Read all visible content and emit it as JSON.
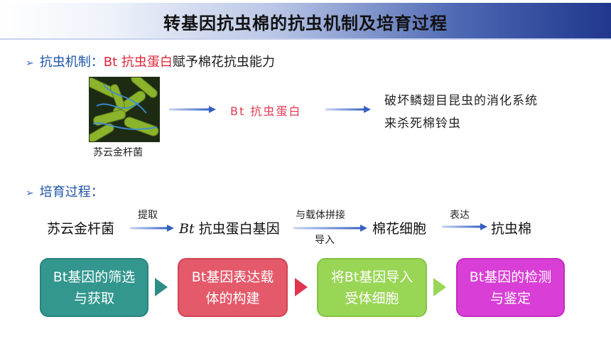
{
  "title": "转基因抗虫棉的抗虫机制及培育过程",
  "mechanism": {
    "label": "抗虫机制：",
    "bt": "Bt 抗虫蛋白",
    "rest": "赋予棉花抗虫能力",
    "image_caption": "苏云金杆菌",
    "bt_protein": "Bt  抗虫蛋白",
    "result": "破坏鳞翅目昆虫的消化系统来杀死棉铃虫"
  },
  "process": {
    "label": "培育过程：",
    "terms": [
      "苏云金杆菌",
      "Bt",
      "抗虫蛋白基因",
      "棉花细胞",
      "抗虫棉"
    ],
    "arrow_labels": [
      "提取",
      "与载体拼接",
      "导入",
      "表达"
    ]
  },
  "steps": [
    {
      "line1": "Bt基因的筛选",
      "line2": "与获取",
      "color": "#33978f"
    },
    {
      "line1": "Bt基因表达载",
      "line2": "体的构建",
      "color": "#e45a6b"
    },
    {
      "line1": "将Bt基因导入",
      "line2": "受体细胞",
      "color": "#9ad655"
    },
    {
      "line1": "Bt基因的检测",
      "line2": "与鉴定",
      "color": "#d93fd6"
    }
  ],
  "colors": {
    "accent_blue": "#1e54a8",
    "red": "#e0263a"
  }
}
